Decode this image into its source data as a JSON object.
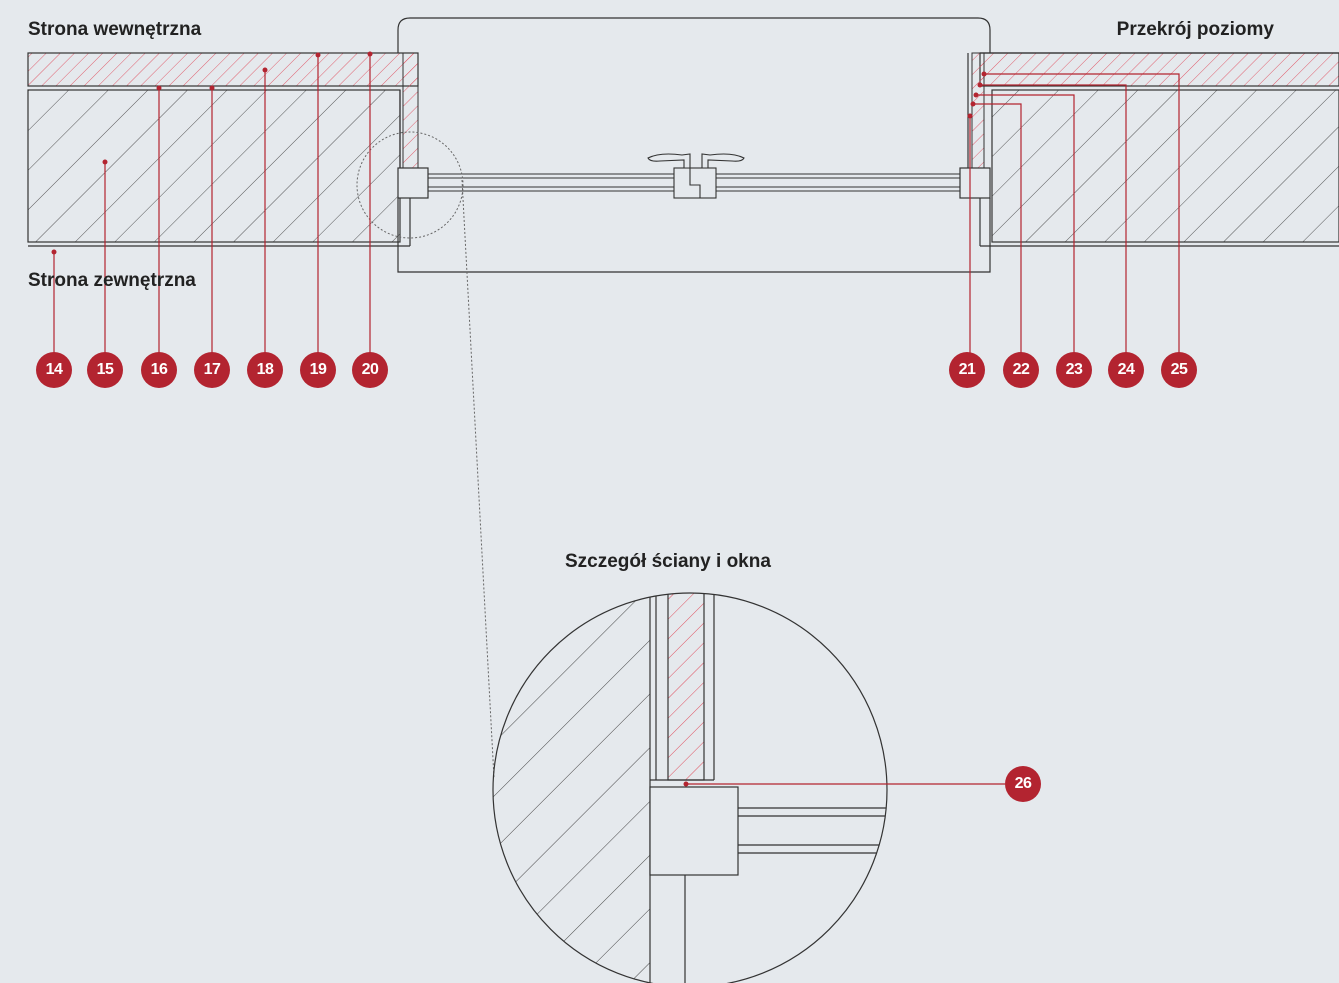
{
  "labels": {
    "inner_side": "Strona wewnętrzna",
    "outer_side": "Strona zewnętrzna",
    "section": "Przekrój poziomy",
    "detail": "Szczegół ściany i okna"
  },
  "markers": [
    "14",
    "15",
    "16",
    "17",
    "18",
    "19",
    "20",
    "21",
    "22",
    "23",
    "24",
    "25",
    "26"
  ],
  "colors": {
    "background": "#e5e9ed",
    "accent": "#b32430",
    "line": "#333333",
    "insulation_hatch": "#e05060"
  }
}
